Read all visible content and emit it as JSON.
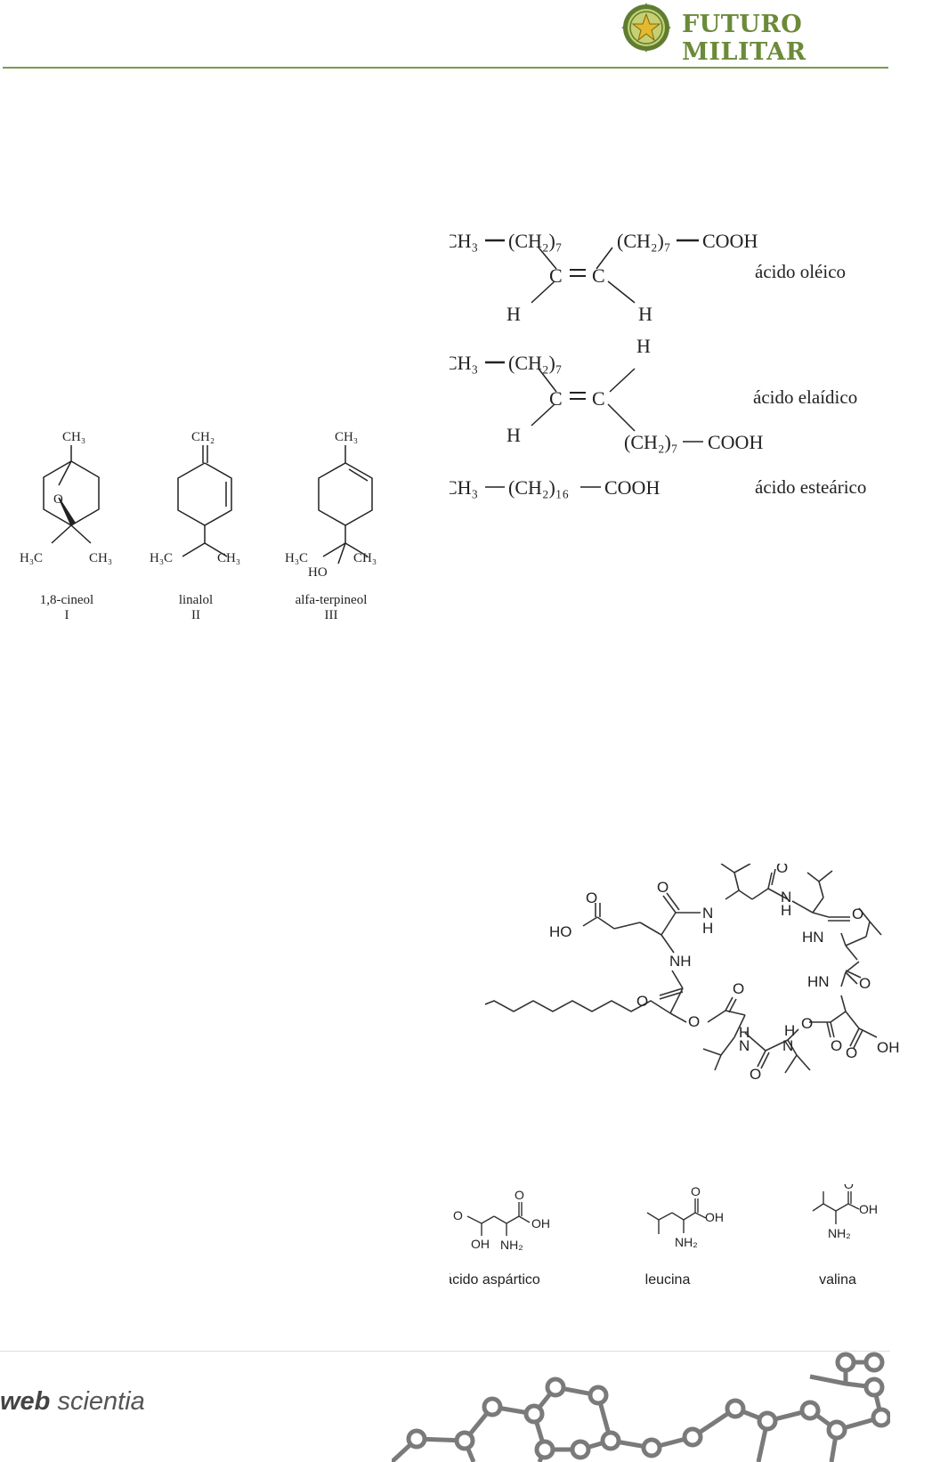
{
  "header": {
    "brand_name": "FUTURO MILITAR",
    "brand_color": "#6b8a3a",
    "logo_icon": "compass-star-icon"
  },
  "terpenes": {
    "molecules": [
      {
        "name": "1,8-cineol",
        "numeral": "I"
      },
      {
        "name": "linalol",
        "numeral": "II"
      },
      {
        "name": "alfa-terpineol",
        "numeral": "III"
      }
    ]
  },
  "fatty_acids": [
    {
      "name": "ácido oléico"
    },
    {
      "name": "ácido elaídico"
    },
    {
      "name": "ácido esteárico"
    }
  ],
  "amino_acids": [
    {
      "name": "ácido aspártico"
    },
    {
      "name": "leucina"
    },
    {
      "name": "valina"
    }
  ],
  "footer": {
    "brand_bold": "web",
    "brand_light": "scientia",
    "decoration_icon": "molecule-network-icon"
  }
}
